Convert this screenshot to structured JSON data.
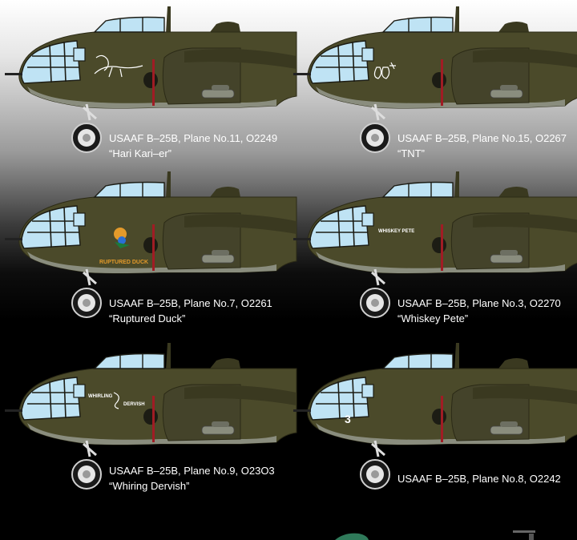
{
  "colors": {
    "olive": "#4b4a2a",
    "olive_dark": "#3a3920",
    "glass": "#bfe3f4",
    "belly": "#8a8d7e",
    "stripe": "#a01c24",
    "marking_orange": "#e39a2b"
  },
  "aircraft": [
    {
      "caption": "USAAF B–25B, Plane No.11, O2249",
      "nickname": "“Hari Kari–er”",
      "nose_art": "pinup-nose-art"
    },
    {
      "caption": "USAAF B–25B, Plane No.15, O2267",
      "nickname": "“TNT”",
      "nose_art": "tnt-nose-art"
    },
    {
      "caption": "USAAF B–25B, Plane No.7, O2261",
      "nickname": "“Ruptured Duck”",
      "nose_art": "duck-nose-art",
      "nose_text": "RUPTURED   DUCK"
    },
    {
      "caption": "USAAF B–25B, Plane No.3, O2270",
      "nickname": "“Whiskey Pete”",
      "nose_art": "text-nose-art",
      "nose_text": "WHISKEY PETE"
    },
    {
      "caption": "USAAF B–25B, Plane No.9, O23O3",
      "nickname": "“Whiring Dervish”",
      "nose_art": "dervish-nose-art",
      "nose_text_1": "WHIRLING",
      "nose_text_2": "DERVISH"
    },
    {
      "caption": "USAAF B–25B, Plane No.8, O2242",
      "nickname": "",
      "nose_art": "number-nose-art",
      "nose_text": "3"
    }
  ]
}
